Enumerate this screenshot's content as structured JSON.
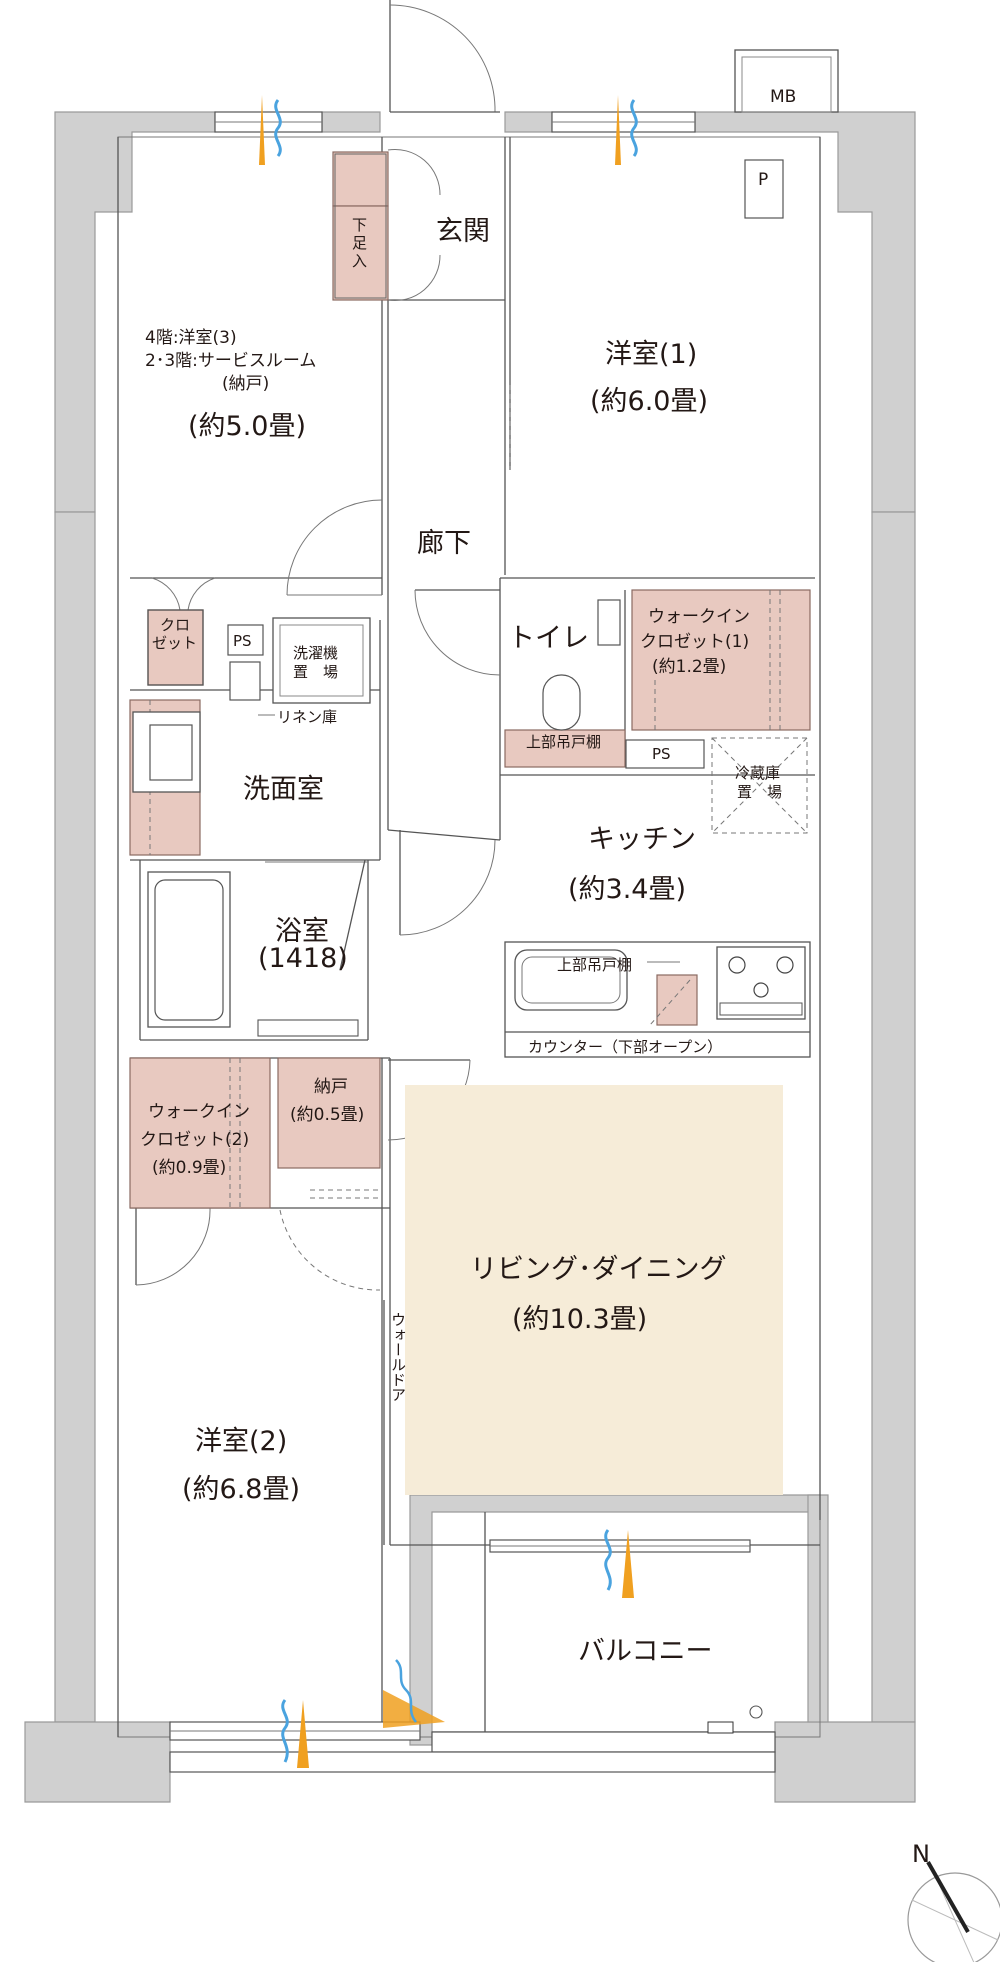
{
  "colors": {
    "wall": "#d0d0d0",
    "storage": "#e8c9c0",
    "living_floor": "#f6ecd8",
    "airflow_blue": "#4aa3df",
    "airflow_orange": "#f0a020"
  },
  "labels": {
    "mb": "MB",
    "p": "P",
    "genkan": "玄関",
    "shoe_box": "下足入",
    "room3_line1": "4階:洋室(3)",
    "room3_line2": "2･3階:サービスルーム",
    "room3_line3": "(納戸)",
    "room3_size": "(約5.0畳)",
    "room1_name": "洋室(1)",
    "room1_size": "(約6.0畳)",
    "corridor": "廊下",
    "toilet": "トイレ",
    "wic1_line1": "ウォークイン",
    "wic1_line2": "クロゼット(1)",
    "wic1_line3": "(約1.2畳)",
    "closet_line1": "クロ",
    "closet_line2": "ゼット",
    "ps_left": "PS",
    "washer_line1": "洗濯機",
    "washer_line2": "置　場",
    "linen": "リネン庫",
    "toilet_upper_shelf": "上部吊戸棚",
    "ps_right": "PS",
    "fridge_line1": "冷蔵庫",
    "fridge_line2": "置　場",
    "washroom": "洗面室",
    "kitchen_name": "キッチン",
    "kitchen_size": "(約3.4畳)",
    "bath_name": "浴室",
    "bath_size": "(1418)",
    "kitchen_upper_shelf": "上部吊戸棚",
    "counter": "カウンター（下部オープン）",
    "wic2_line1": "ウォークイン",
    "wic2_line2": "クロゼット(2)",
    "wic2_line3": "(約0.9畳)",
    "storeroom_name": "納戸",
    "storeroom_size": "(約0.5畳)",
    "ld_name": "リビング･ダイニング",
    "ld_size": "(約10.3畳)",
    "wall_door": "ウォールドア",
    "room2_name": "洋室(2)",
    "room2_size": "(約6.8畳)",
    "balcony": "バルコニー",
    "north": "N"
  }
}
